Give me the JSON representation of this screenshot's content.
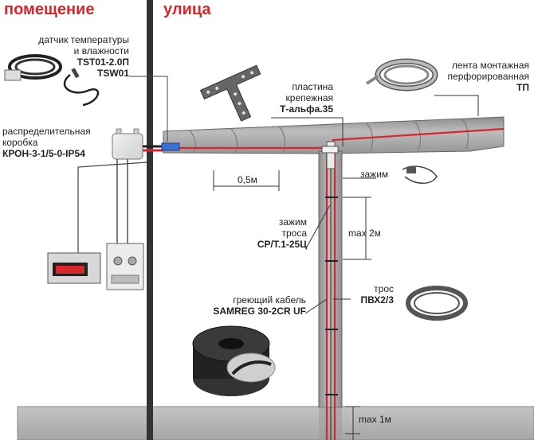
{
  "headings": {
    "indoor": "помещение",
    "outdoor": "улица"
  },
  "labels": {
    "sensor": {
      "line1": "датчик температуры",
      "line2": "и влажности",
      "model1": "TST01-2.0П",
      "model2": "TSW01"
    },
    "junction_box": {
      "line1": "распределительная",
      "line2": "коробка",
      "model": "КРОН-3-1/5-0-IP54"
    },
    "tape": {
      "line1": "лента монтажная",
      "line2": "перфорированная",
      "model": "ТП"
    },
    "plate": {
      "line1": "пластина",
      "line2": "крепежная",
      "model": "Т-альфа.35"
    },
    "clamp": {
      "text": "зажим"
    },
    "cable_clamp": {
      "line1": "зажим",
      "line2": "троса",
      "model": "CP/T.1-25Ц"
    },
    "cable": {
      "line1": "греющий кабель",
      "model": "SAMREG 30-2CR UF"
    },
    "rope": {
      "line1": "трос",
      "model": "ПВХ2/3"
    }
  },
  "dimensions": {
    "spacing": "0,5м",
    "max_vertical": "max 2м",
    "max_ground": "max 1м"
  },
  "colors": {
    "heading": "#d8262a",
    "heating_cable": "#d8262a",
    "pipe": "#a8a8a8",
    "wall": "#333333",
    "ground": "#b3b3b3"
  }
}
